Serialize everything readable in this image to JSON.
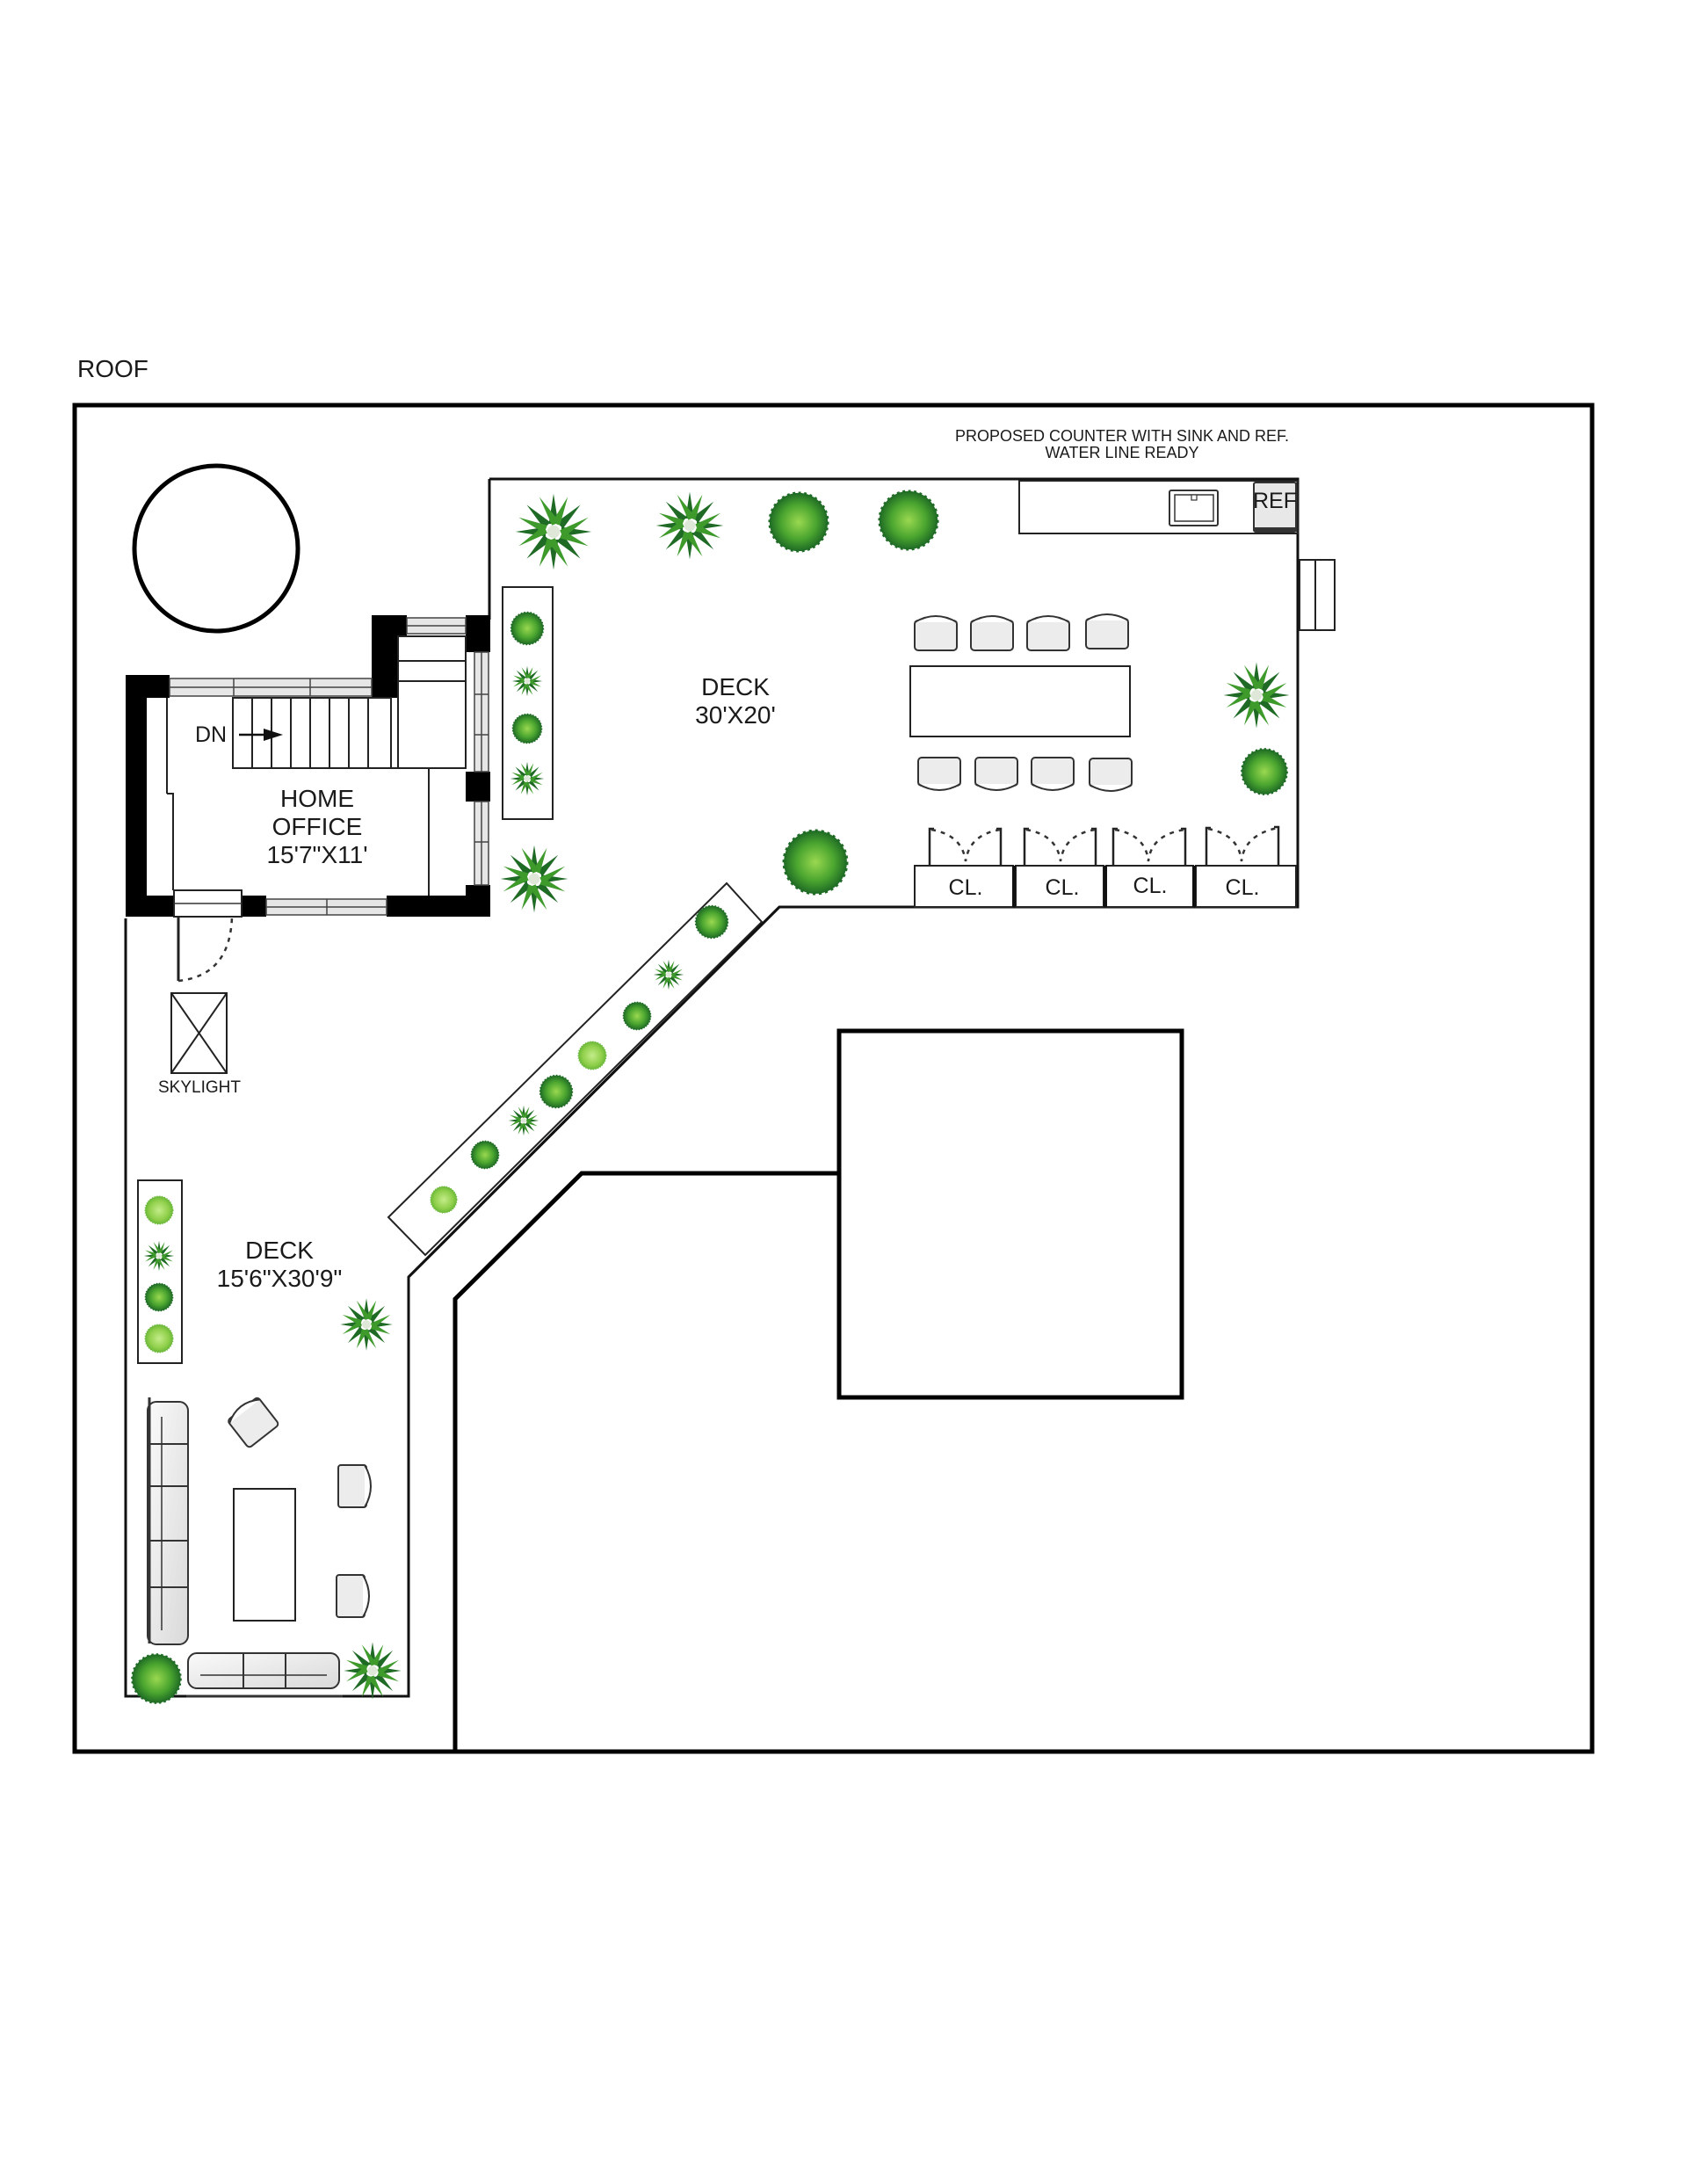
{
  "plan": {
    "title": "ROOF",
    "rooms": {
      "home_office": {
        "name_line1": "HOME",
        "name_line2": "OFFICE",
        "dimensions": "15'7\"X11'"
      },
      "main_deck": {
        "name": "DECK",
        "dimensions": "30'X20'"
      },
      "side_deck": {
        "name": "DECK",
        "dimensions": "15'6\"X30'9\""
      }
    },
    "stair_label": "DN",
    "skylight_label": "SKYLIGHT",
    "counter_note_line1": "PROPOSED COUNTER WITH SINK AND REF.",
    "counter_note_line2": "WATER LINE READY",
    "refrigerator_label": "REF",
    "closets": [
      "CL.",
      "CL.",
      "CL.",
      "CL."
    ],
    "colors": {
      "line": "#000000",
      "window_fill": "#e6e6e6",
      "furniture_fill": "#ececec",
      "plant_dark": "#1f6b25",
      "plant_mid": "#3f9a2c",
      "plant_light": "#8fcf4a"
    }
  }
}
